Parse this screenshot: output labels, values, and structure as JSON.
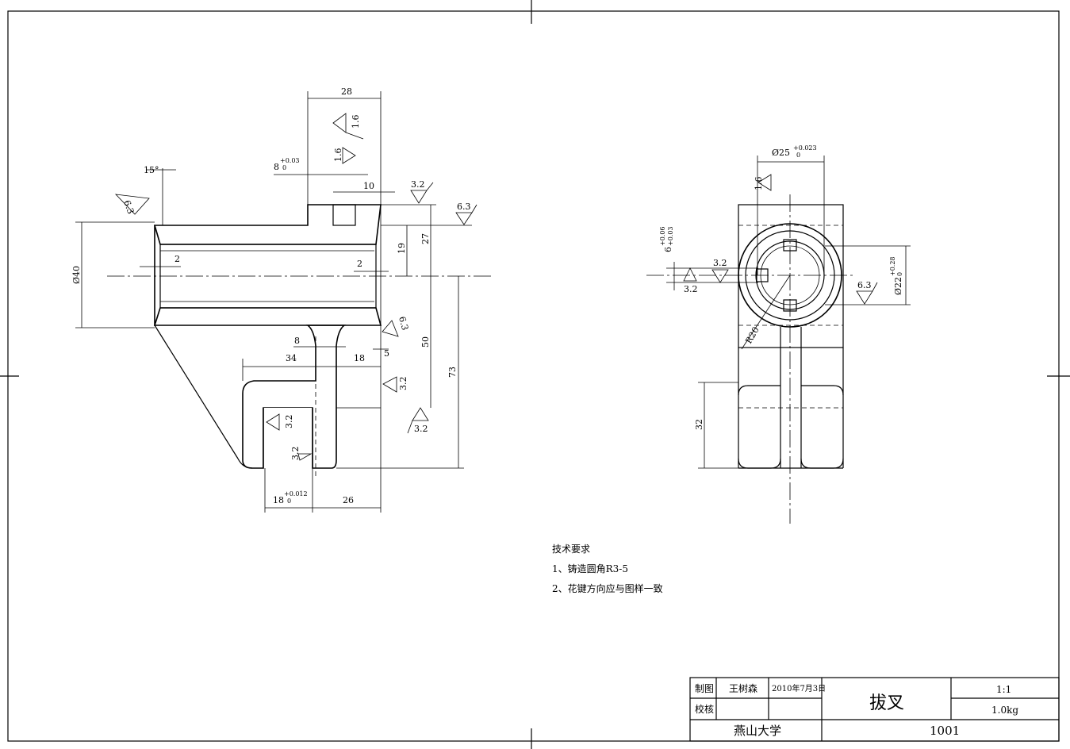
{
  "drawing": {
    "requirements": {
      "title": "技术要求",
      "items": [
        "1、铸造圆角R3-5",
        "2、花键方向应与图样一致"
      ]
    },
    "title_block": {
      "draw_label": "制图",
      "drawer": "王树森",
      "date": "2010年7月3日",
      "check_label": "校核",
      "checker": "",
      "part_name": "拔叉",
      "scale": "1:1",
      "weight": "1.0kg",
      "school": "燕山大学",
      "drawing_no": "1001"
    },
    "left_view": {
      "dim_28": "28",
      "dim_8": "8",
      "dim_8_tol": "+0.03",
      "dim_8_tol2": "0",
      "dim_10": "10",
      "dim_15deg": "15°",
      "dim_2_left": "2",
      "dim_2_right": "2",
      "dim_d40": "Ø40",
      "dim_19": "19",
      "dim_27": "27",
      "dim_50": "50",
      "dim_73": "73",
      "dim_8b": "8",
      "dim_34": "34",
      "dim_18": "18",
      "dim_5": "5",
      "dim_18b": "18",
      "dim_18b_tol": "+0.012",
      "dim_18b_tol2": "0",
      "dim_26": "26",
      "rough_16a": "1.6",
      "rough_16b": "1.6",
      "rough_32a": "3.2",
      "rough_63a": "6.3",
      "rough_63b": "6.3",
      "rough_63c": "6.3",
      "rough_32b": "3.2",
      "rough_32c": "3.2",
      "rough_32d": "3.2",
      "rough_32e": "3.2"
    },
    "right_view": {
      "dim_d25": "Ø25",
      "dim_d25_tol": "+0.023",
      "dim_d25_tol2": "0",
      "dim_6": "6",
      "dim_6_tol": "+0.06",
      "dim_6_tol2": "+0.03",
      "dim_d22": "Ø22",
      "dim_d22_tol": "+0.28",
      "dim_d22_tol2": "0",
      "dim_r20": "R20",
      "dim_32": "32",
      "rough_16": "1.6",
      "rough_32a": "3.2",
      "rough_32b": "3.2",
      "rough_63": "6.3"
    }
  }
}
